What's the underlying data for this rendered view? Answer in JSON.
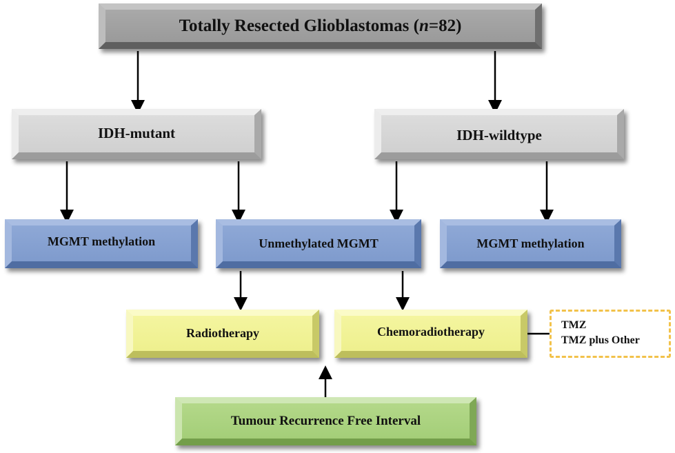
{
  "diagram": {
    "root": {
      "label": "Totally Resected Glioblastomas (",
      "n_symbol": "n",
      "n_value": "=82)"
    },
    "idh_mutant": {
      "label": "IDH-mutant"
    },
    "idh_wildtype": {
      "label": "IDH-wildtype"
    },
    "mgmt_methylation_left": {
      "label": "MGMT methylation"
    },
    "unmethylated_mgmt": {
      "label": "Unmethylated MGMT"
    },
    "mgmt_methylation_right": {
      "label": "MGMT methylation"
    },
    "radiotherapy": {
      "label": "Radiotherapy"
    },
    "chemoradiotherapy": {
      "label": "Chemoradiotherapy"
    },
    "treatment_note": {
      "line1": "TMZ",
      "line2": "TMZ plus Other"
    },
    "recurrence": {
      "label": "Tumour Recurrence Free Interval"
    }
  },
  "colors": {
    "root": "#a3a3a3",
    "idh_boxes": "#d6d6d6",
    "mgmt_boxes": "#869fd2",
    "therapy_boxes": "#f1f393",
    "recurrence_box": "#abd37f",
    "note_border": "#f2c24a"
  }
}
